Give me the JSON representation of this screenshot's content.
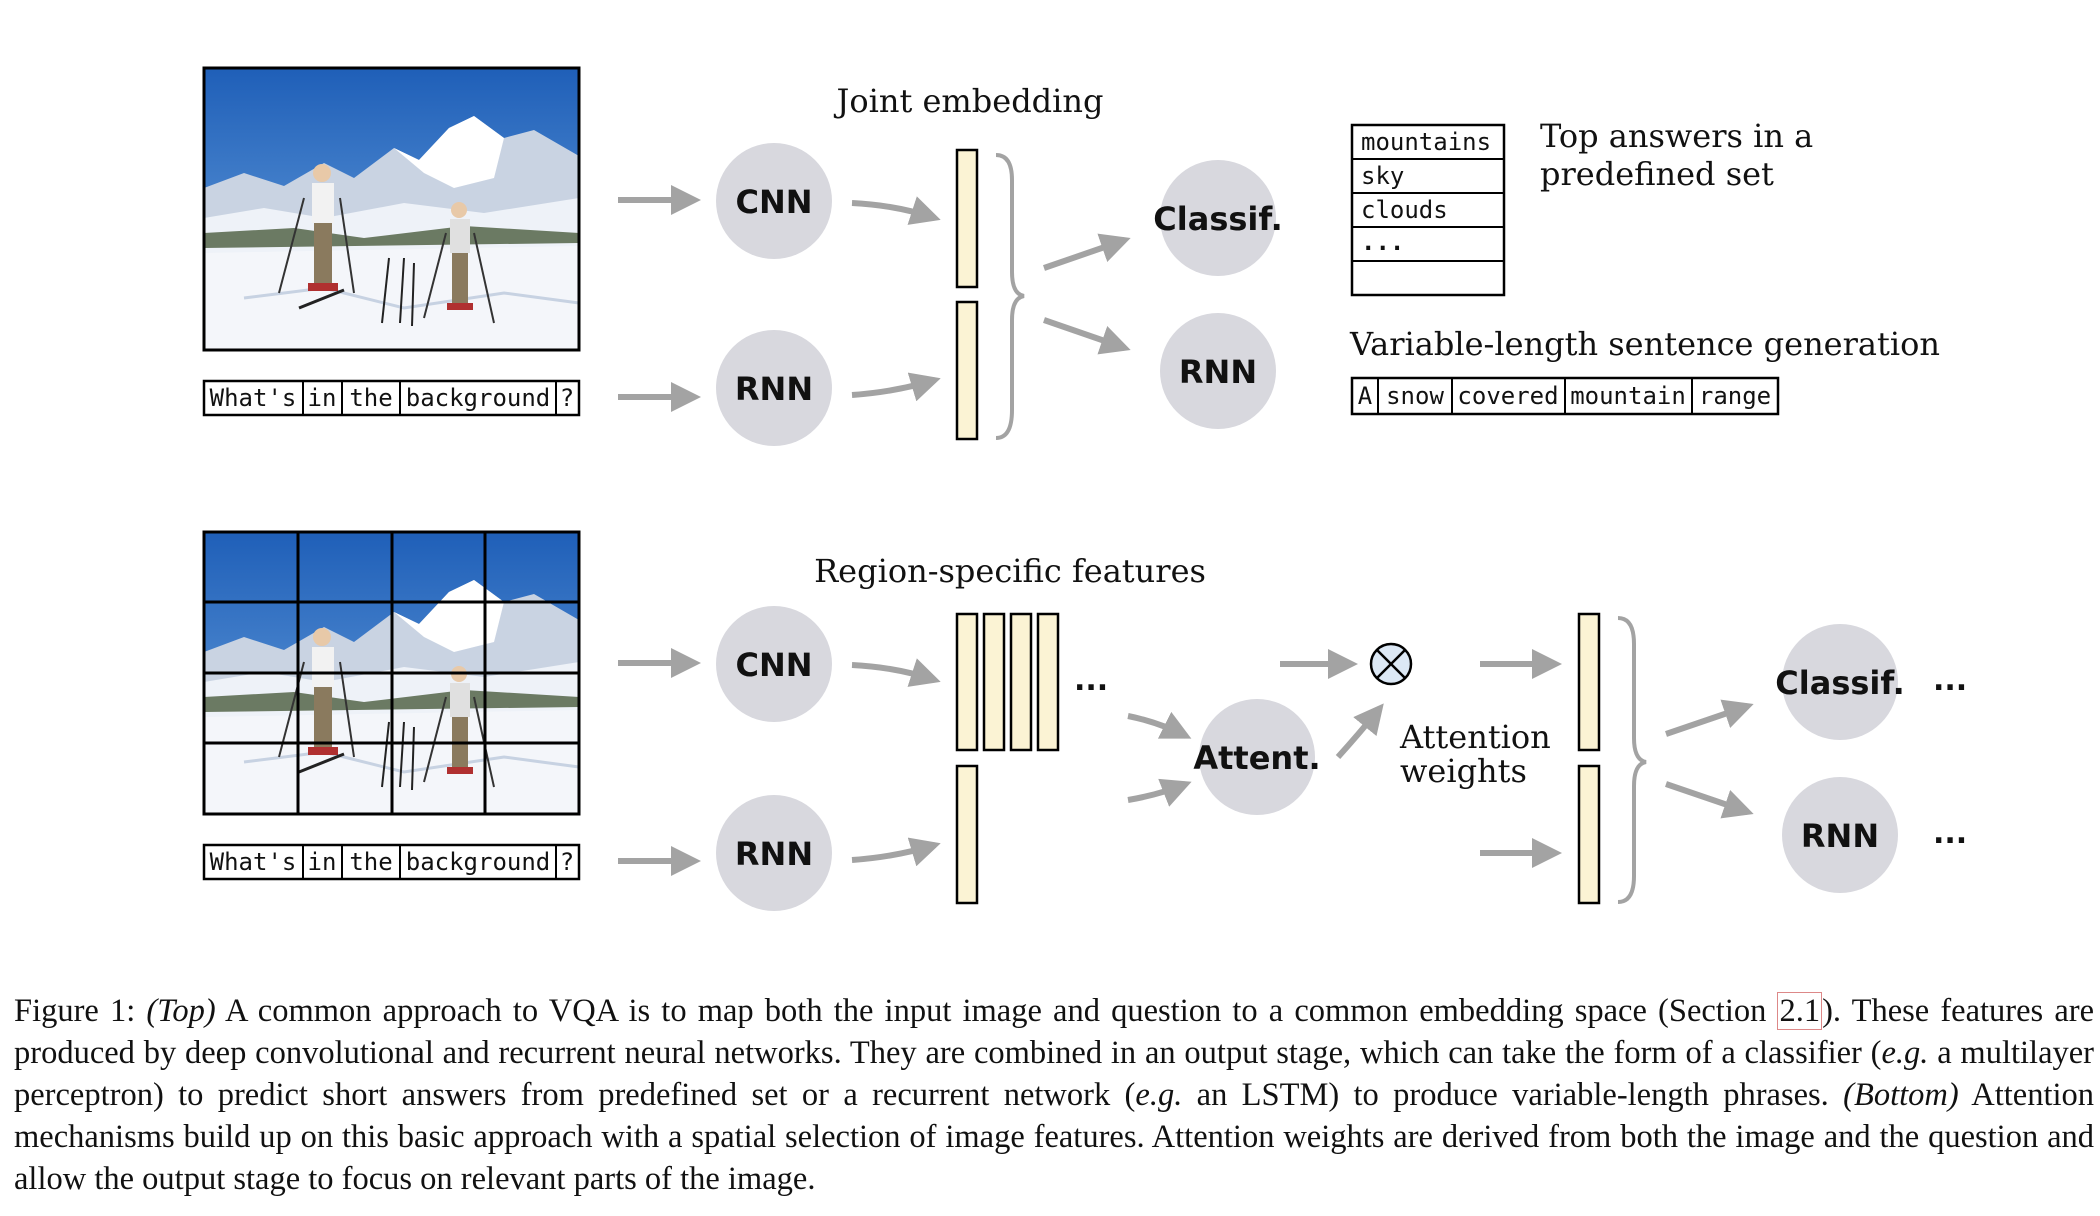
{
  "top": {
    "title": "Joint embedding",
    "cnn_label": "CNN",
    "rnn_label": "RNN",
    "classif_label": "Classif.",
    "out_rnn_label": "RNN",
    "question_tokens": [
      "What's",
      "in",
      "the",
      "background",
      "?"
    ],
    "answers": [
      "mountains",
      "sky",
      "clouds",
      "...",
      ""
    ],
    "answers_caption_line1": "Top answers in a",
    "answers_caption_line2": "predefined set",
    "generation_title": "Variable-length sentence generation",
    "sentence_tokens": [
      "A",
      "snow",
      "covered",
      "mountain",
      "range"
    ],
    "image_icon": "skiers-mountain-photo"
  },
  "bottom": {
    "title": "Region-specific features",
    "cnn_label": "CNN",
    "rnn_label": "RNN",
    "attent_label": "Attent.",
    "weights_line1": "Attention",
    "weights_line2": "weights",
    "classif_label": "Classif.",
    "out_rnn_label": "RNN",
    "question_tokens": [
      "What's",
      "in",
      "the",
      "background",
      "?"
    ],
    "ellipsis": "...",
    "image_icon": "skiers-mountain-photo-grid",
    "multiply_icon": "circled-times-icon"
  },
  "caption": {
    "figure_label": "Figure 1:",
    "top_tag": "(Top)",
    "part1": " A common approach to VQA is to map both the input image and question to a common embedding space (Section ",
    "section_ref": "2.1",
    "part2": "). These features are produced by deep convolutional and recurrent neural networks. They are combined in an output stage, which can take the form of a classifier (",
    "eg1": "e.g.",
    "part3": " a multilayer perceptron) to predict short answers from predefined set or a recurrent network (",
    "eg2": "e.g.",
    "part4": " an LSTM) to produce variable-length phrases. ",
    "bottom_tag": "(Bottom)",
    "part5": " Attention mechanisms build up on this basic approach with a spatial selection of image features. Attention weights are derived from both the image and the question and allow the output stage to focus on relevant parts of the image."
  },
  "colors": {
    "node_fill": "#d8d8de",
    "feature_fill": "#fbf3d4",
    "arrow": "#a3a3a3",
    "sky": "#2f74c8",
    "snow": "#eef2f8",
    "multiply_fill": "#dce8f5"
  }
}
